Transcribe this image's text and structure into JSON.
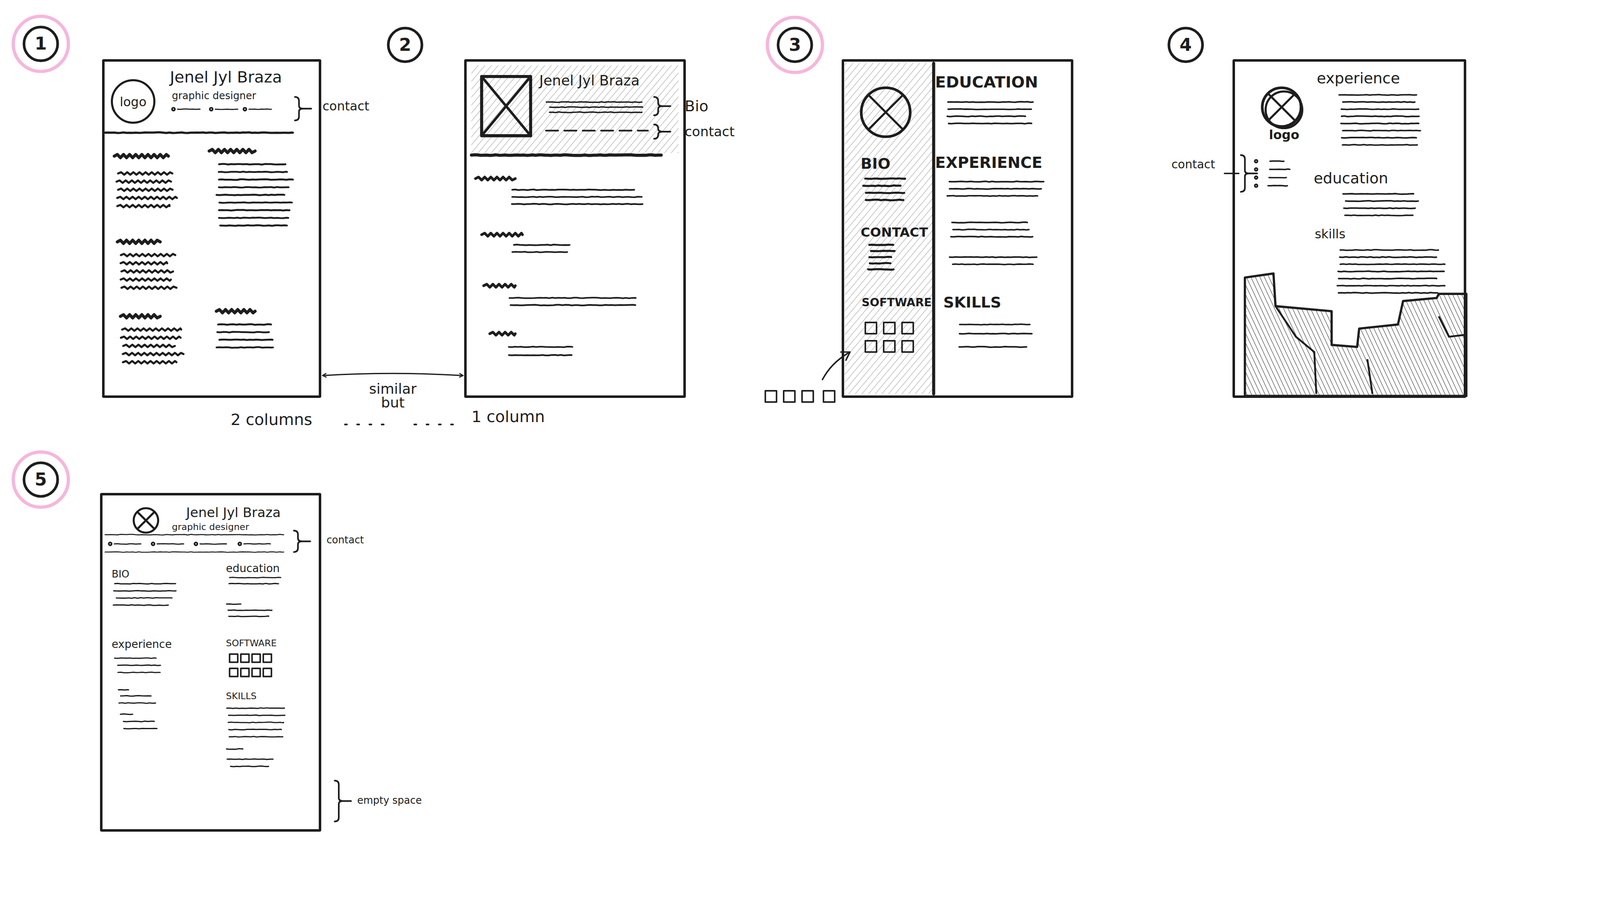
{
  "diagram": {
    "nodes": [
      {
        "text": [
          "Jenel Jyl Braza",
          "graphic designer"
        ]
      },
      {
        "text": [
          "logo"
        ],
        "in": 0
      },
      {
        "text": [
          "Jenel Jyl Braza"
        ]
      },
      {
        "text": [
          "BIO",
          "CONTACT",
          "SOFTWARE",
          "EDUCATION",
          "EXPERIENCE",
          "SKILLS"
        ]
      },
      {
        "text": [
          "experience",
          "education",
          "skills"
        ]
      },
      {
        "text": [
          "logo"
        ],
        "in": 4
      },
      {
        "text": [
          "Jenel Jyl Braza",
          "graphic designer",
          "BIO",
          "education",
          "experience",
          "SOFTWARE",
          "SKILLS"
        ]
      }
    ],
    "edges": [
      {
        "from": 0,
        "to": 2,
        "arrow": "both",
        "label": "similar but"
      }
    ],
    "labels": [
      "1",
      "contact",
      "2",
      "Bio",
      "contact",
      "3",
      "4",
      "contact",
      "2 columns",
      "1 column",
      "5",
      "contact",
      "empty space"
    ]
  }
}
